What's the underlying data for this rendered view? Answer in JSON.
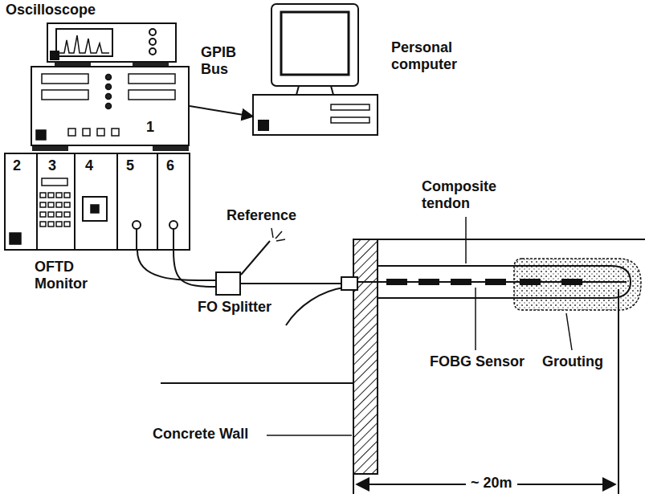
{
  "diagram": {
    "nodes": [
      {
        "text": [
          "Oscilloscope"
        ]
      },
      {
        "text": [
          "1"
        ]
      },
      {
        "text": [
          "Personal computer"
        ]
      },
      {
        "text": [
          "OFTD Monitor"
        ]
      },
      {
        "text": [
          "2"
        ],
        "in": 3
      },
      {
        "text": [
          "3"
        ],
        "in": 3
      },
      {
        "text": [
          "4"
        ],
        "in": 3
      },
      {
        "text": [
          "5"
        ],
        "in": 3
      },
      {
        "text": [
          "6"
        ],
        "in": 3
      },
      {
        "text": [
          "FO Splitter"
        ]
      }
    ],
    "edges": [
      {
        "from": 1,
        "to": 2,
        "arrow": "to",
        "label": "GPIB Bus"
      },
      {
        "from": 7,
        "to": 9,
        "arrow": "none"
      },
      {
        "from": 8,
        "to": 9,
        "arrow": "none"
      }
    ],
    "labels": [
      "Reference",
      "Composite tendon",
      "FOBG Sensor",
      "Grouting",
      "Concrete Wall",
      "~ 20m"
    ]
  }
}
